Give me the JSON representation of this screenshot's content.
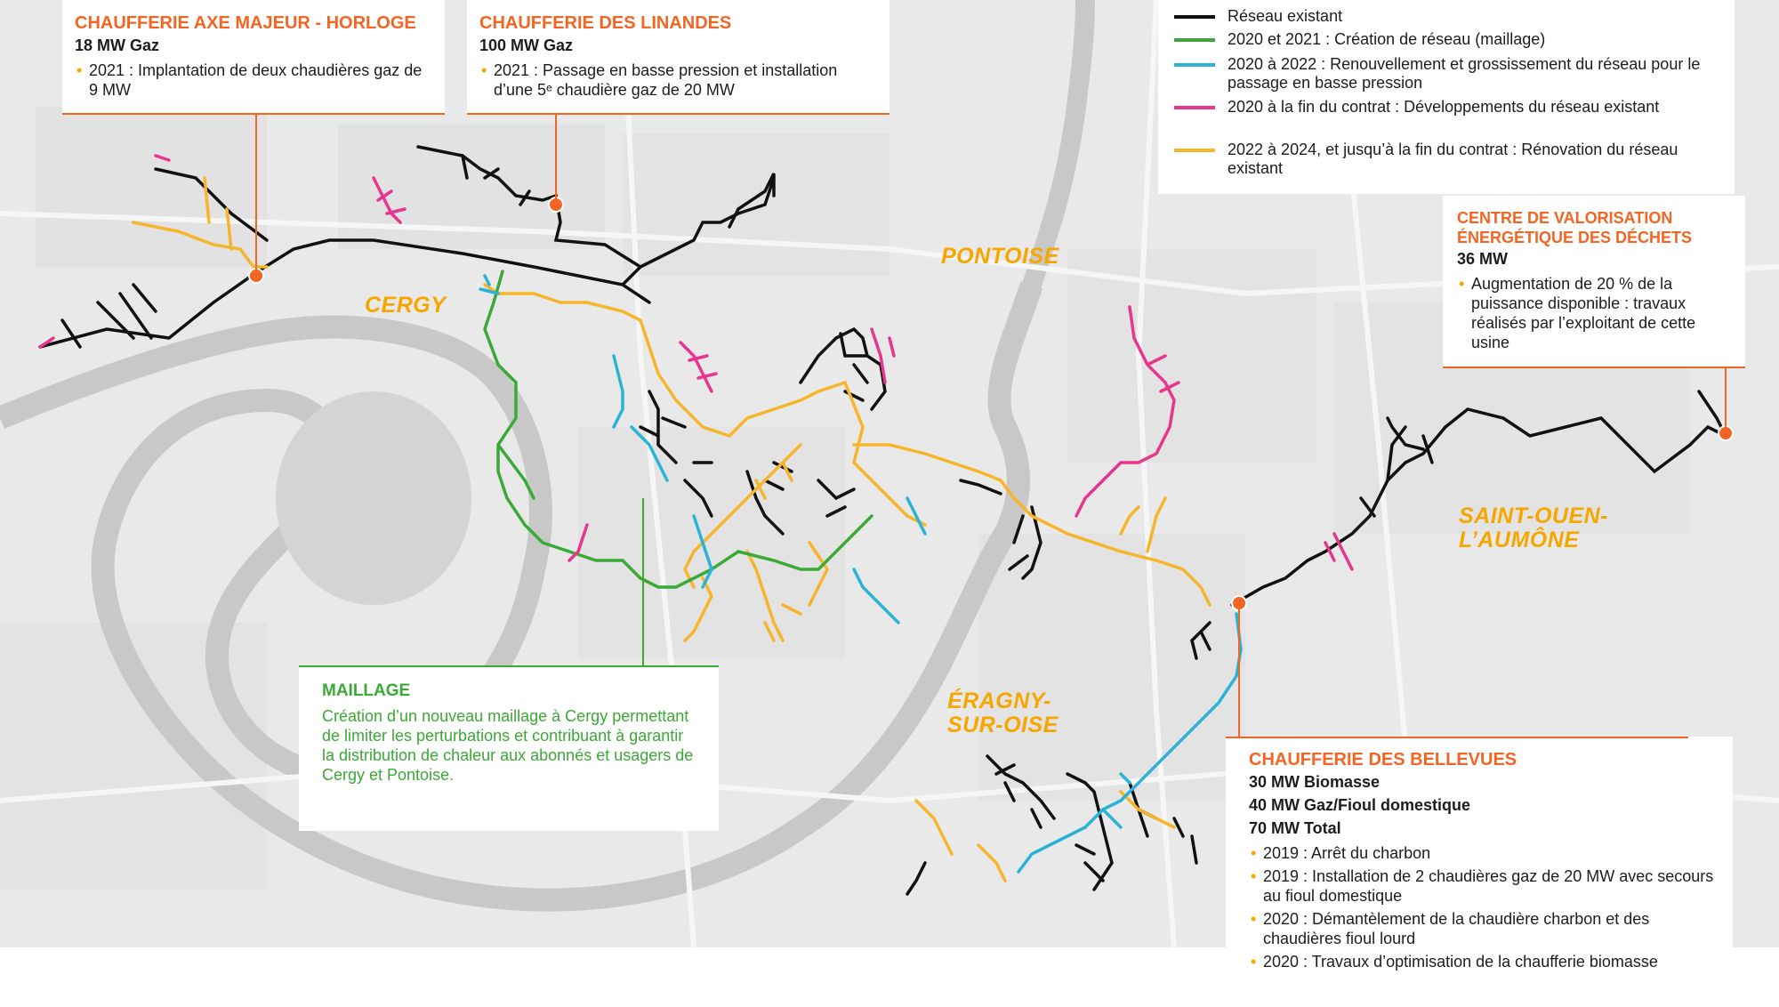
{
  "colors": {
    "existing": "#111111",
    "maillage": "#3ba935",
    "renewal": "#2bb3d6",
    "development": "#e8368f",
    "renovation": "#f7b52c",
    "accent": "#f26522",
    "city": "#f7a600"
  },
  "legend": [
    {
      "key": "existing",
      "label": "Réseau existant"
    },
    {
      "key": "maillage",
      "label": "2020 et 2021 : Création de réseau (maillage)"
    },
    {
      "key": "renewal",
      "label": "2020 à 2022 : Renouvellement et grossissement du réseau pour le passage en basse pression"
    },
    {
      "key": "development",
      "label": "2020 à la fin du contrat : Développements du réseau existant"
    },
    {
      "key": "renovation",
      "label": "2022 à 2024, et jusqu’à la fin du contrat : Rénovation du réseau existant"
    }
  ],
  "cities": {
    "cergy": "CERGY",
    "pontoise": "PONTOISE",
    "saint_ouen": "SAINT-OUEN-\nL’AUMÔNE",
    "eragny": "ÉRAGNY-\nSUR-OISE"
  },
  "boxes": {
    "horloge": {
      "title": "CHAUFFERIE AXE MAJEUR - HORLOGE",
      "capacity": "18 MW Gaz",
      "items": [
        "2021 : Implantation de deux chaudières gaz de 9 MW"
      ]
    },
    "linandes": {
      "title": "CHAUFFERIE DES LINANDES",
      "capacity": "100 MW Gaz",
      "items": [
        "2021 : Passage en basse pression et installation d’une 5ᵉ chaudière gaz de 20 MW"
      ]
    },
    "valorisation": {
      "title": "CENTRE DE VALORISATION ÉNERGÉTIQUE DES DÉCHETS",
      "capacity": "36 MW",
      "items": [
        "Augmentation de 20 % de la puissance disponible : travaux réalisés par l’exploitant de cette usine"
      ]
    },
    "maillage": {
      "title": "MAILLAGE",
      "text": "Création d’un nouveau maillage à Cergy permettant de limiter les perturbations et contribuant à garantir la distribution de chaleur aux abonnés et usagers de Cergy et Pontoise."
    },
    "bellevues": {
      "title": "CHAUFFERIE DES BELLEVUES",
      "capacities": [
        "30 MW Biomasse",
        "40 MW Gaz/Fioul domestique",
        "70 MW Total"
      ],
      "items": [
        "2019 : Arrêt du charbon",
        "2019 : Installation de 2 chaudières gaz de 20 MW avec secours au fioul domestique",
        "2020 : Démantèlement de la chaudière charbon et des chaudières fioul lourd",
        "2020 : Travaux d’optimisation de la chaufferie biomasse"
      ]
    }
  }
}
